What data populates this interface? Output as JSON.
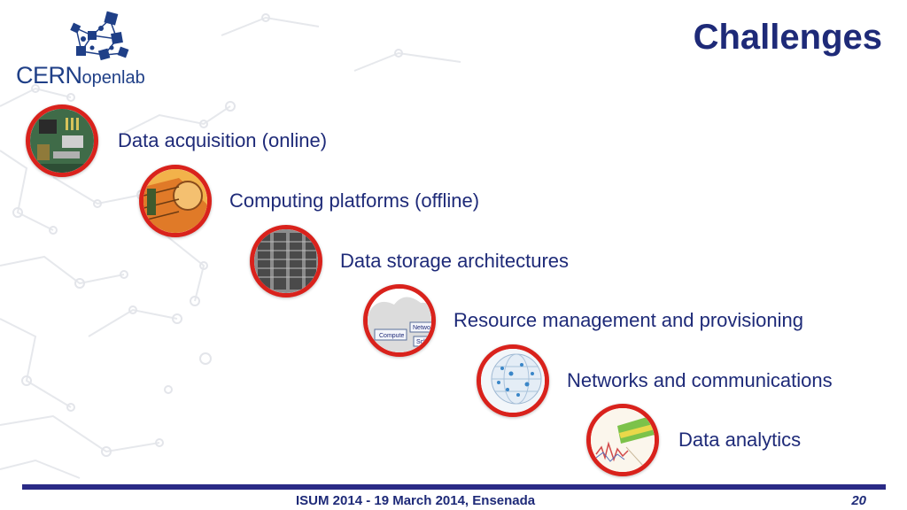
{
  "title": "Challenges",
  "logo": {
    "cern": "CERN",
    "openlab": "openlab"
  },
  "items": [
    {
      "label": "Data acquisition (online)",
      "icon": "circuit-board-image"
    },
    {
      "label": "Computing platforms (offline)",
      "icon": "detector-image"
    },
    {
      "label": "Data storage architectures",
      "icon": "server-racks-image"
    },
    {
      "label": "Resource management and provisioning",
      "icon": "cloud-diagram-image",
      "diagram_labels": [
        "Compute",
        "Netwo",
        "Sche"
      ]
    },
    {
      "label": "Networks and communications",
      "icon": "globe-network-image"
    },
    {
      "label": "Data analytics",
      "icon": "data-plot-image"
    }
  ],
  "footer": {
    "text": "ISUM 2014 - 19 March 2014, Ensenada",
    "page": "20"
  },
  "colors": {
    "accent": "#d9221c",
    "text": "#1e2a78",
    "rule": "#2a2a86"
  }
}
